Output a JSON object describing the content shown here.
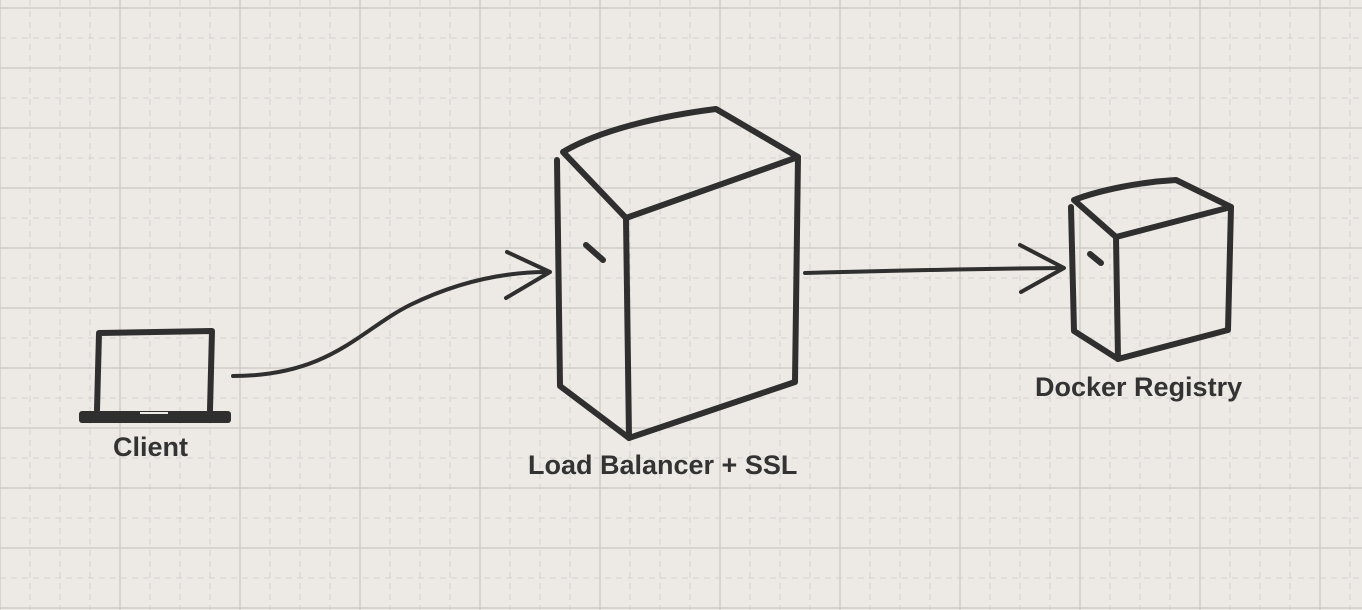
{
  "diagram": {
    "nodes": [
      {
        "id": "client",
        "label": "Client",
        "icon": "laptop-icon"
      },
      {
        "id": "load_balancer",
        "label": "Load Balancer + SSL",
        "icon": "server-icon"
      },
      {
        "id": "docker_registry",
        "label": "Docker Registry",
        "icon": "server-icon"
      }
    ],
    "edges": [
      {
        "from": "client",
        "to": "load_balancer"
      },
      {
        "from": "load_balancer",
        "to": "docker_registry"
      }
    ]
  },
  "colors": {
    "background": "#edeae6",
    "grid": "#d4d1cd",
    "ink": "#2f2f2f",
    "label": "#333333"
  }
}
